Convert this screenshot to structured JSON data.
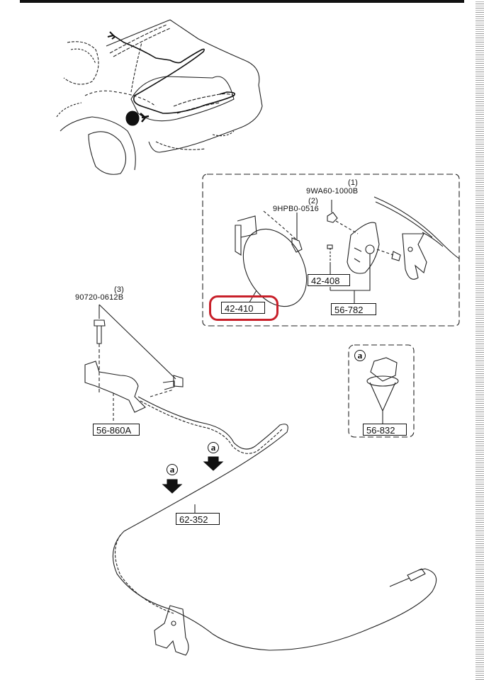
{
  "diagram": {
    "highlight_color": "#c8202a",
    "parts": [
      {
        "id": "42-410",
        "label": "42-410",
        "highlighted": true
      },
      {
        "id": "42-408",
        "label": "42-408"
      },
      {
        "id": "56-782",
        "label": "56-782"
      },
      {
        "id": "56-860A",
        "label": "56-860A"
      },
      {
        "id": "56-832",
        "label": "56-832"
      },
      {
        "id": "62-352",
        "label": "62-352"
      }
    ],
    "fasteners": [
      {
        "index": "(1)",
        "part_no": "9WA60-1000B"
      },
      {
        "index": "(2)",
        "part_no": "9HPB0-0516"
      },
      {
        "index": "(3)",
        "part_no": "90720-0612B"
      }
    ],
    "callout_letter": "a"
  }
}
